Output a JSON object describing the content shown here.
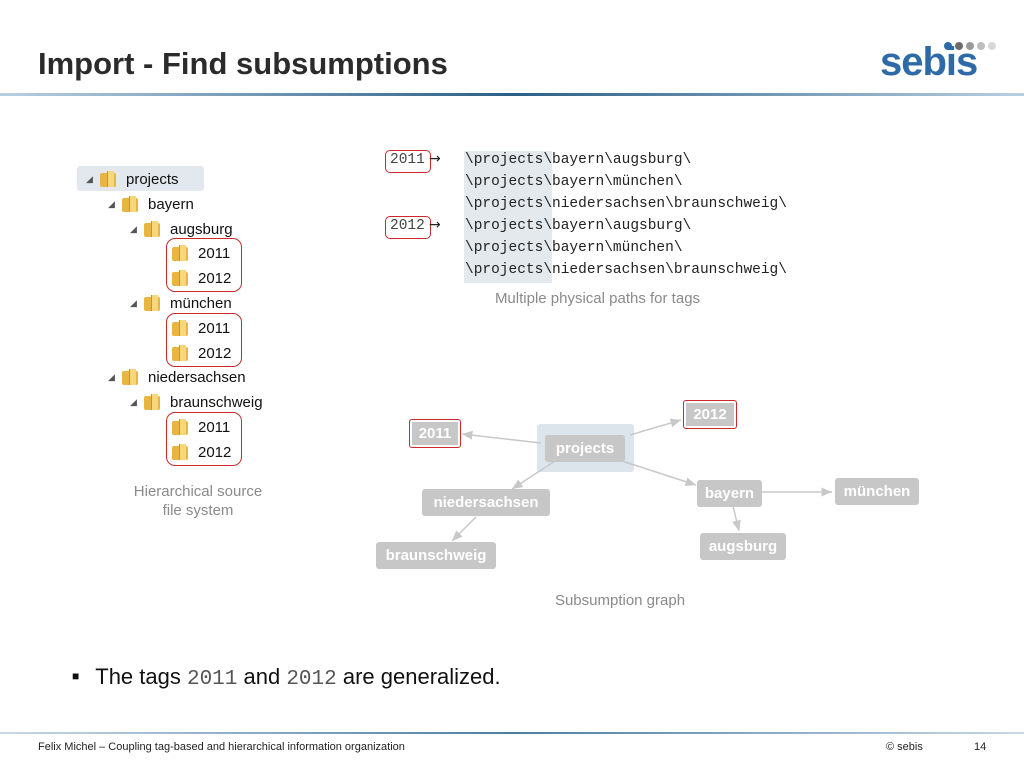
{
  "slide": {
    "title": "Import - Find subsumptions",
    "logo_text": "sebis"
  },
  "tree": {
    "items": [
      {
        "label": "projects"
      },
      {
        "label": "bayern"
      },
      {
        "label": "augsburg"
      },
      {
        "label": "2011"
      },
      {
        "label": "2012"
      },
      {
        "label": "münchen"
      },
      {
        "label": "2011"
      },
      {
        "label": "2012"
      },
      {
        "label": "niedersachsen"
      },
      {
        "label": "braunschweig"
      },
      {
        "label": "2011"
      },
      {
        "label": "2012"
      }
    ],
    "caption_line1": "Hierarchical source",
    "caption_line2": "file system"
  },
  "paths": {
    "tag_2011": "2011",
    "tag_2012": "2012",
    "arrow": "→",
    "lines": [
      "\\projects\\bayern\\augsburg\\",
      "\\projects\\bayern\\münchen\\",
      "\\projects\\niedersachsen\\braunschweig\\",
      "\\projects\\bayern\\augsburg\\",
      "\\projects\\bayern\\münchen\\",
      "\\projects\\niedersachsen\\braunschweig\\"
    ],
    "caption": "Multiple physical paths for tags"
  },
  "graph": {
    "nodes": {
      "n2011": "2011",
      "n2012": "2012",
      "projects": "projects",
      "niedersachsen": "niedersachsen",
      "bayern": "bayern",
      "muenchen": "münchen",
      "braunschweig": "braunschweig",
      "augsburg": "augsburg"
    },
    "caption": "Subsumption graph"
  },
  "bullet": {
    "prefix": "The tags ",
    "tag1": "2011",
    "middle": " and ",
    "tag2": "2012",
    "suffix": " are generalized."
  },
  "footer": {
    "left": "Felix Michel – Coupling tag-based and hierarchical information organization",
    "right": "© sebis",
    "page": "14"
  }
}
